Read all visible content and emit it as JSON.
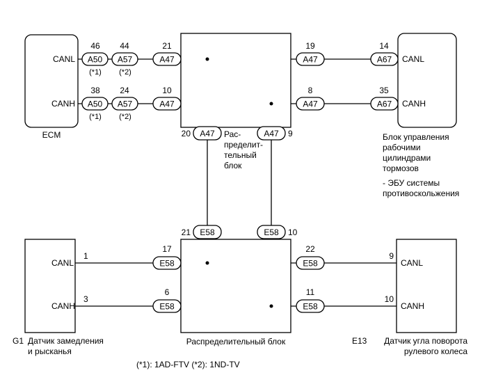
{
  "ecm": {
    "label": "ECM",
    "canl": "CANL",
    "canh": "CANH",
    "canl_pins": [
      "46",
      "44"
    ],
    "canh_pins": [
      "38",
      "24"
    ],
    "canl_conns": [
      "A50",
      "A57"
    ],
    "canh_conns": [
      "A50",
      "A57"
    ],
    "notes": [
      "(*1)",
      "(*2)",
      "(*1)",
      "(*2)"
    ]
  },
  "top_junction": {
    "label_lines": [
      "Рас-",
      "пределит-",
      "тельный",
      "блок"
    ],
    "left_top_pin": "21",
    "left_top_conn": "A47",
    "left_bot_pin": "10",
    "left_bot_conn": "A47",
    "right_top_pin": "19",
    "right_top_conn": "A47",
    "right_bot_pin": "8",
    "right_bot_conn": "A47",
    "bottom_left_pin": "20",
    "bottom_left_conn": "A47",
    "bottom_right_pin": "9",
    "bottom_right_conn": "A47"
  },
  "brake_unit": {
    "canl": "CANL",
    "canh": "CANH",
    "canl_pin": "14",
    "canh_pin": "35",
    "canl_conn": "A67",
    "canh_conn": "A67",
    "label_lines": [
      "Блок управления",
      "рабочими",
      "цилиндрами",
      "тормозов",
      "- ЭБУ системы",
      "противоскольжения"
    ]
  },
  "bottom_junction": {
    "label": "Распределительный блок",
    "top_left_pin": "21",
    "top_left_conn": "E58",
    "top_right_pin": "10",
    "top_right_conn": "E58",
    "left_top_pin": "17",
    "left_top_conn": "E58",
    "left_bot_pin": "6",
    "left_bot_conn": "E58",
    "right_top_pin": "22",
    "right_top_conn": "E58",
    "right_bot_pin": "11",
    "right_bot_conn": "E58"
  },
  "g1": {
    "id": "G1",
    "label_lines": [
      "Датчик замедления",
      "и рысканья"
    ],
    "canl": "CANL",
    "canh": "CANH",
    "canl_pin": "1",
    "canh_pin": "3"
  },
  "e13": {
    "id": "E13",
    "label_lines": [
      "Датчик угла поворота",
      "рулевого колеса"
    ],
    "canl": "CANL",
    "canh": "CANH",
    "canl_pin": "9",
    "canh_pin": "10"
  },
  "footnote": "(*1): 1AD-FTV (*2): 1ND-TV"
}
